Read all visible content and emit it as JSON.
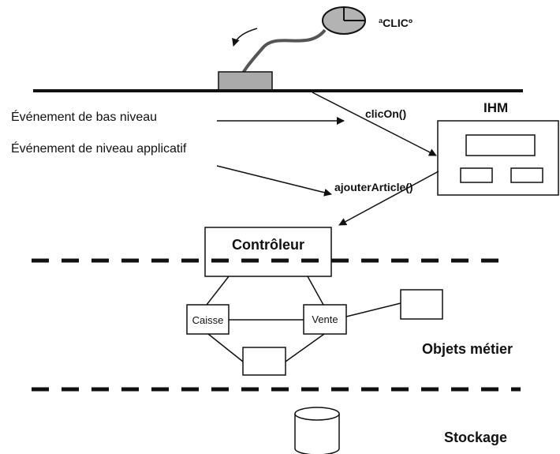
{
  "mouse_label": "ªCLICº",
  "ihm_title": "IHM",
  "low_level_event": "Événement de bas niveau",
  "app_level_event": "Événement de niveau  applicatif",
  "click_method": "clicOn()",
  "add_item_method": "ajouterArticle()",
  "controller_label": "Contrôleur",
  "objects": {
    "register": "Caisse",
    "sale": "Vente"
  },
  "business_layer": "Objets métier",
  "storage_layer": "Stockage",
  "colors": {
    "mouse_fill": "#b3b3b3",
    "pad_fill": "#aaaaaa",
    "line": "#111111",
    "background": "#ffffff"
  }
}
